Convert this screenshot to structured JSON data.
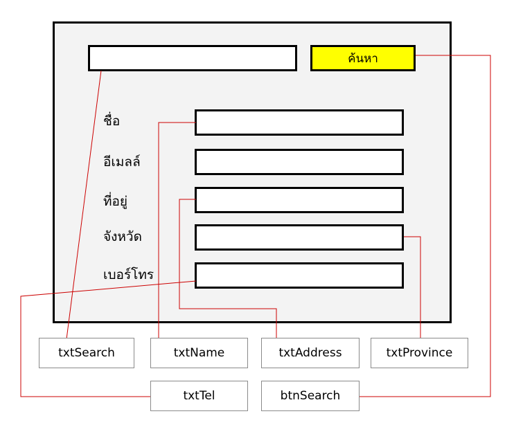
{
  "form": {
    "search_button_label": "ค้นหา",
    "labels": {
      "name": "ชื่อ",
      "email": "อีเมลล์",
      "address": "ที่อยู่",
      "province": "จังหวัด",
      "tel": "เบอร์โทร"
    }
  },
  "annotations": {
    "txtSearch": "txtSearch",
    "txtName": "txtName",
    "txtAddress": "txtAddress",
    "txtProvince": "txtProvince",
    "txtTel": "txtTel",
    "btnSearch": "btnSearch"
  },
  "colors": {
    "connector": "#cc0000",
    "button": "#ffff00",
    "panel": "#f3f3f3"
  }
}
